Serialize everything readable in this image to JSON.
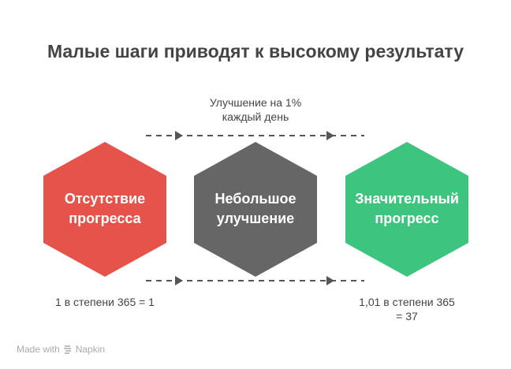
{
  "title": "Малые шаги приводят к высокому результату",
  "top_note": [
    "Улучшение на 1%",
    "каждый день"
  ],
  "stages": [
    {
      "lines": [
        "Отсутствие",
        "прогресса"
      ],
      "color": "#E5534B"
    },
    {
      "lines": [
        "Небольшое",
        "улучшение"
      ],
      "color": "#666666"
    },
    {
      "lines": [
        "Значительный",
        "прогресс"
      ],
      "color": "#3DC57F"
    }
  ],
  "left_note": "1 в степени 365 = 1",
  "right_note": [
    "1,01 в степени 365",
    "= 37"
  ],
  "footer": {
    "made_with": "Made with",
    "brand": "Napkin"
  }
}
